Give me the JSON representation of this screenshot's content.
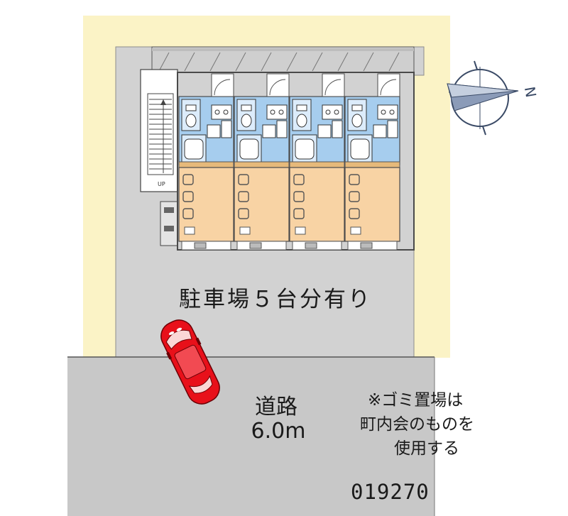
{
  "site": {
    "parking_label": "駐車場５台分有り",
    "road_name": "道路",
    "road_width": "6.0m",
    "garbage_line1": "※ゴミ置場は",
    "garbage_line2": "町内会のものを",
    "garbage_line3": "使用する",
    "stair_label": "UP",
    "property_id": "019270"
  },
  "compass": {
    "north_label": "N",
    "icon": "compass-rose-icon"
  },
  "units": [
    {
      "name": "unit-1"
    },
    {
      "name": "unit-2"
    },
    {
      "name": "unit-3"
    },
    {
      "name": "unit-4"
    }
  ],
  "colors": {
    "lot": "#fbf3c6",
    "pavement": "#d2d2d2",
    "road": "#c8c8c8",
    "building_outline": "#4a4a4a",
    "wet_area": "#a6cdee",
    "living_room": "#f8d3a4",
    "car": "#e8101a"
  }
}
